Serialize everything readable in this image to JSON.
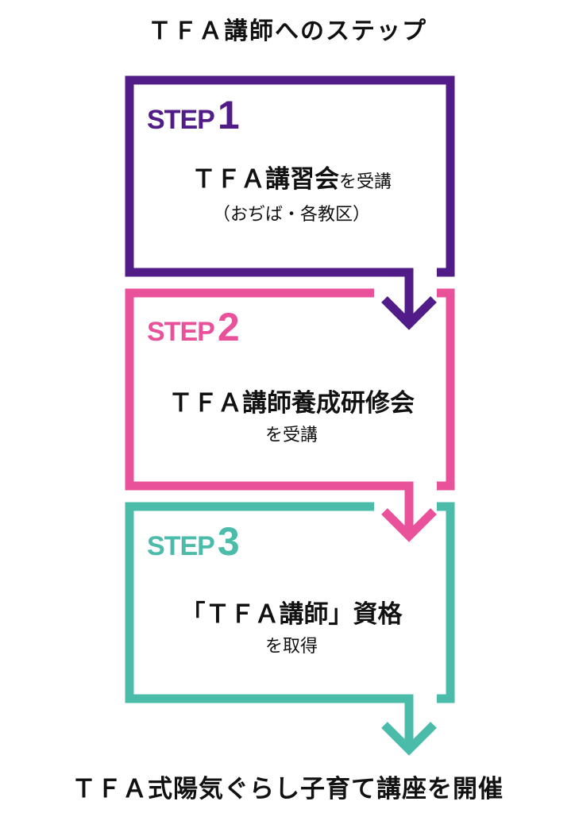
{
  "title": "ＴＦＡ講師へのステップ",
  "colors": {
    "step1": "#521c88",
    "step2": "#e9519a",
    "step3": "#4bbca9"
  },
  "steps": [
    {
      "label": "STEP",
      "number": "1",
      "main": "ＴＦＡ講習会",
      "main_suffix": "を受講",
      "sub": "（おぢば・各教区）"
    },
    {
      "label": "STEP",
      "number": "2",
      "main": "ＴＦＡ講師養成研修会",
      "sub": "を受講"
    },
    {
      "label": "STEP",
      "number": "3",
      "main": "「ＴＦＡ講師」資格",
      "sub": "を取得"
    }
  ],
  "result": "ＴＦＡ式陽気ぐらし子育て講座を開催"
}
